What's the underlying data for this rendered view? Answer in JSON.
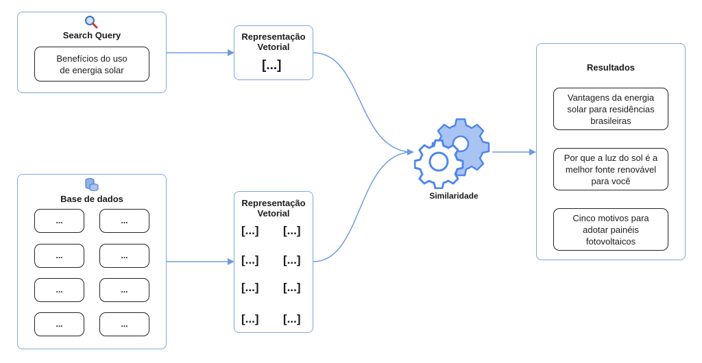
{
  "query_panel": {
    "title": "Search Query",
    "icon": "search-icon",
    "text_line1": "Benefícios do uso",
    "text_line2": "de energia solar"
  },
  "database_panel": {
    "title": "Base de dados",
    "icon": "database-icon",
    "item_label": "..."
  },
  "vector_top": {
    "title_line1": "Representação",
    "title_line2": "Vetorial",
    "vector": "[...]"
  },
  "vector_bottom": {
    "title_line1": "Representação",
    "title_line2": "Vetorial",
    "vector": "[...]"
  },
  "similarity": {
    "label": "Similaridade",
    "icon": "gears-icon"
  },
  "results_panel": {
    "title": "Resultados",
    "items": [
      {
        "line1": "Vantagens da energia",
        "line2": "solar para residências",
        "line3": "brasileiras"
      },
      {
        "line1": "Por que a luz do sol é a",
        "line2": "melhor fonte renovável",
        "line3": "para você"
      },
      {
        "line1": "Cinco motivos para",
        "line2": "adotar painéis",
        "line3": "fotovoltaicos"
      }
    ]
  },
  "colors": {
    "accent": "#7ea6e0",
    "arrow": "#6d9be0",
    "gear_light": "#a9c4f2",
    "gear_dark": "#4f86ec"
  }
}
